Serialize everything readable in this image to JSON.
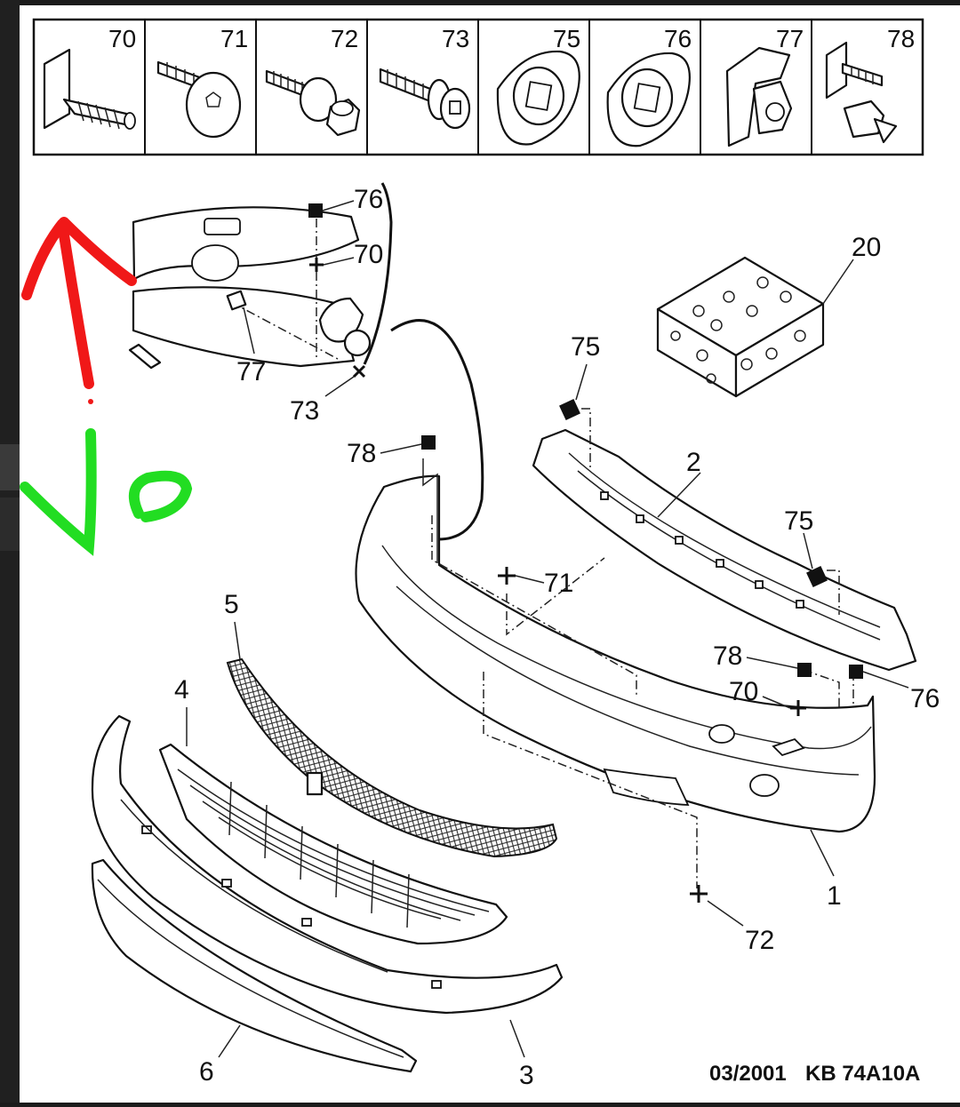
{
  "header_parts": [
    "70",
    "71",
    "72",
    "73",
    "75",
    "76",
    "77",
    "78"
  ],
  "callouts": {
    "inset_76": "76",
    "inset_70": "70",
    "inset_77": "77",
    "inset_73": "73",
    "kit_20": "20",
    "clip_75_a": "75",
    "beam_2": "2",
    "clip_75_b": "75",
    "clip_78_a": "78",
    "screw_71": "71",
    "grille_5": "5",
    "grille_4": "4",
    "clip_78_b": "78",
    "screw_70": "70",
    "clip_76": "76",
    "bumper_1": "1",
    "screw_72": "72",
    "spoiler_6": "6",
    "lip_3": "3"
  },
  "footer": {
    "date": "03/2001",
    "ref": "KB 74A10A"
  },
  "colors": {
    "red_annotation": "#f01818",
    "green_annotation": "#22dd22",
    "line": "#111111"
  },
  "icons": [
    "arrow-up-red-annotation",
    "check-mark-green-annotation"
  ]
}
